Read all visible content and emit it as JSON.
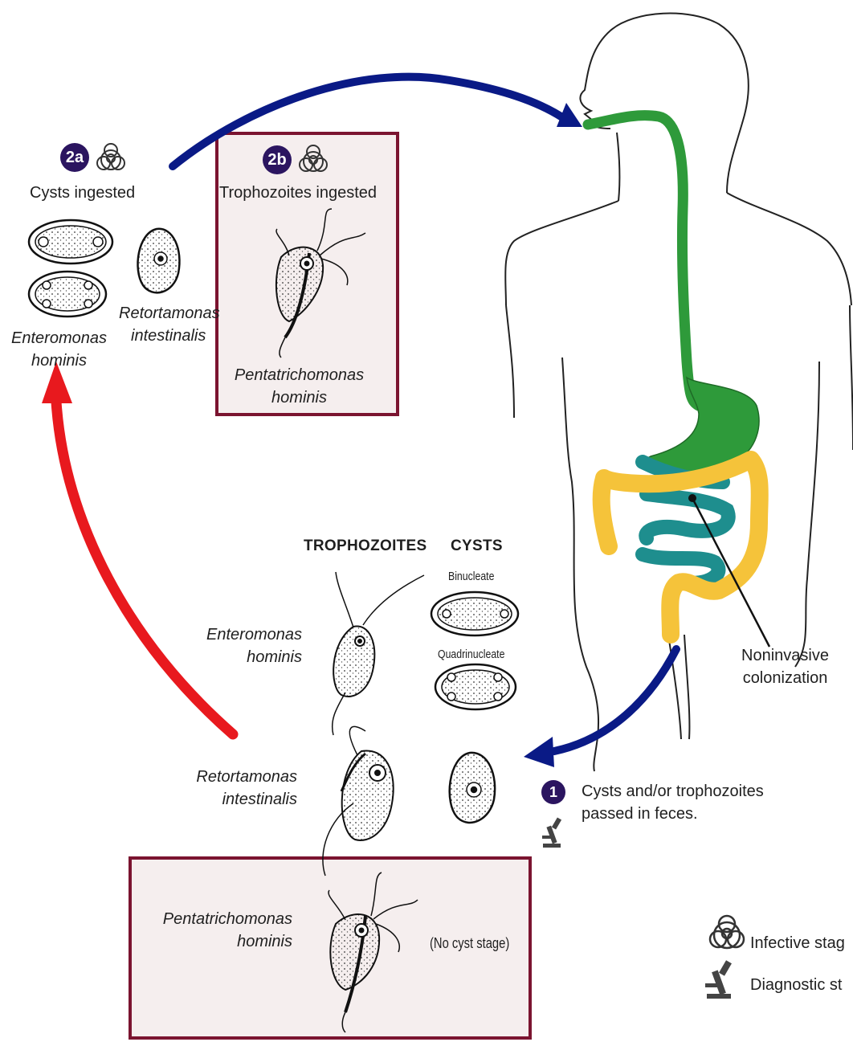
{
  "steps": {
    "s2a": {
      "number": "2a",
      "label": "Cysts ingested"
    },
    "s2b": {
      "number": "2b",
      "label": "Trophozoites ingested"
    },
    "s1": {
      "number": "1",
      "label_line1": "Cysts and/or trophozoites",
      "label_line2": "passed in feces."
    }
  },
  "organisms": {
    "entero_top_line1": "Enteromonas",
    "entero_top_line2": "hominis",
    "retort_top_line1": "Retortamonas",
    "retort_top_line2": "intestinalis",
    "penta_top_line1": "Pentatrichomonas",
    "penta_top_line2": "hominis"
  },
  "table": {
    "col_trophozoites": "TROPHOZOITES",
    "col_cysts": "CYSTS",
    "binucleate": "Binucleate",
    "quadrinucleate": "Quadrinucleate",
    "entero_line1": "Enteromonas",
    "entero_line2": "hominis",
    "retort_line1": "Retortamonas",
    "retort_line2": "intestinalis",
    "penta_line1": "Pentatrichomonas",
    "penta_line2": "hominis",
    "no_cyst": "(No cyst stage)"
  },
  "body": {
    "colonization_line1": "Noninvasive",
    "colonization_line2": "colonization"
  },
  "legend": {
    "infective": "Infective stag",
    "diagnostic": "Diagnostic st"
  },
  "colors": {
    "arrow_blue": "#0a1a86",
    "arrow_red": "#e8191e",
    "esophagus_green": "#2e9a3a",
    "colon_yellow": "#f5c33a",
    "small_intestine_teal": "#1e8e8e",
    "highlight_border": "#7b1430",
    "badge_purple": "#2b1560"
  }
}
